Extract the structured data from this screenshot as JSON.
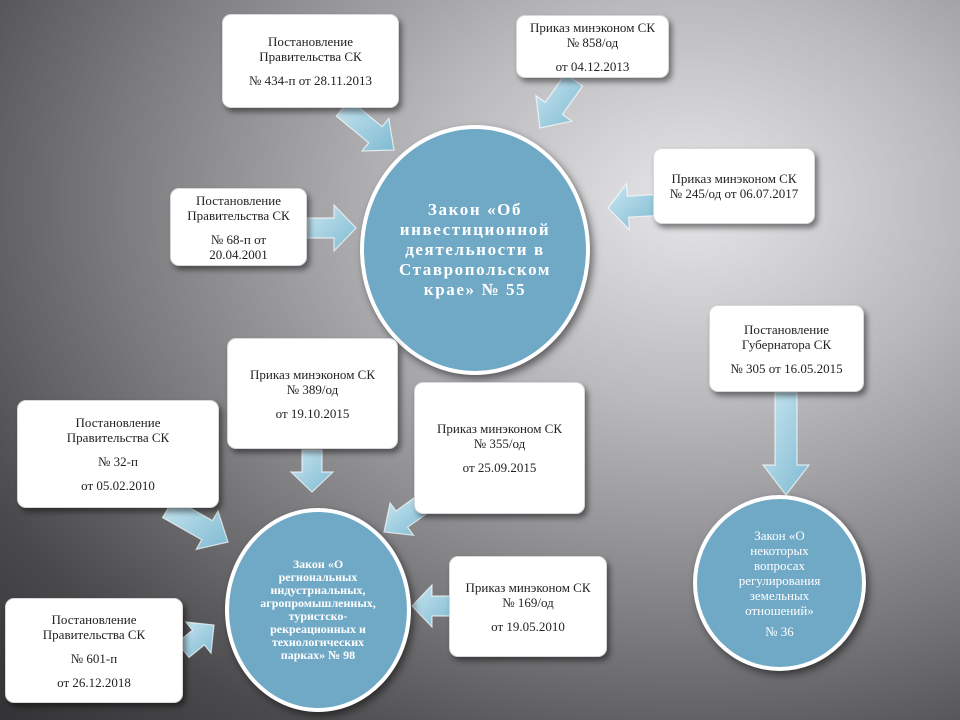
{
  "colors": {
    "circle_fill": "#6fa9c6",
    "arrow_fill": "#8ec7dc",
    "box_fill": "#ffffff"
  },
  "main_law": {
    "lines": [
      "Закон «Об",
      "инвестиционной",
      "деятельности в",
      "Ставропольском",
      "крае» № 55"
    ]
  },
  "parks_law": {
    "lines": [
      "Закон «О",
      "региональных",
      "индустриальных,",
      "агропромышленных,",
      "туристско-",
      "рекреационных и",
      "технологических",
      "парках» № 98"
    ]
  },
  "land_law": {
    "lines": [
      "Закон «О",
      "некоторых",
      "вопросах",
      "регулирования",
      "земельных",
      "отношений»"
    ],
    "number": "№ 36"
  },
  "boxes": {
    "b434": {
      "l1": "Постановление",
      "l2": "Правительства СК",
      "l3": "№ 434-п от 28.11.2013"
    },
    "b858": {
      "l1": "Приказ минэконом СК",
      "l2": "№ 858/од",
      "l3": "от 04.12.2013"
    },
    "b245": {
      "l1": "Приказ минэконом СК",
      "l2": "№ 245/од от 06.07.2017"
    },
    "b68": {
      "l1": "Постановление",
      "l2": "Правительства СК",
      "l3": "№ 68-п от",
      "l4": "20.04.2001"
    },
    "b305": {
      "l1": "Постановление",
      "l2": "Губернатора СК",
      "l3": "№ 305 от 16.05.2015"
    },
    "b389": {
      "l1": "Приказ минэконом СК",
      "l2": "№ 389/од",
      "l3": "от 19.10.2015"
    },
    "b32": {
      "l1": "Постановление",
      "l2": "Правительства СК",
      "l3": "№ 32-п",
      "l4": "от 05.02.2010"
    },
    "b355": {
      "l1": "Приказ минэконом СК",
      "l2": "№ 355/од",
      "l3": "от 25.09.2015"
    },
    "b169": {
      "l1": "Приказ минэконом СК",
      "l2": "№ 169/од",
      "l3": "от 19.05.2010"
    },
    "b601": {
      "l1": "Постановление",
      "l2": "Правительства СК",
      "l3": "№ 601-п",
      "l4": "от 26.12.2018"
    }
  }
}
